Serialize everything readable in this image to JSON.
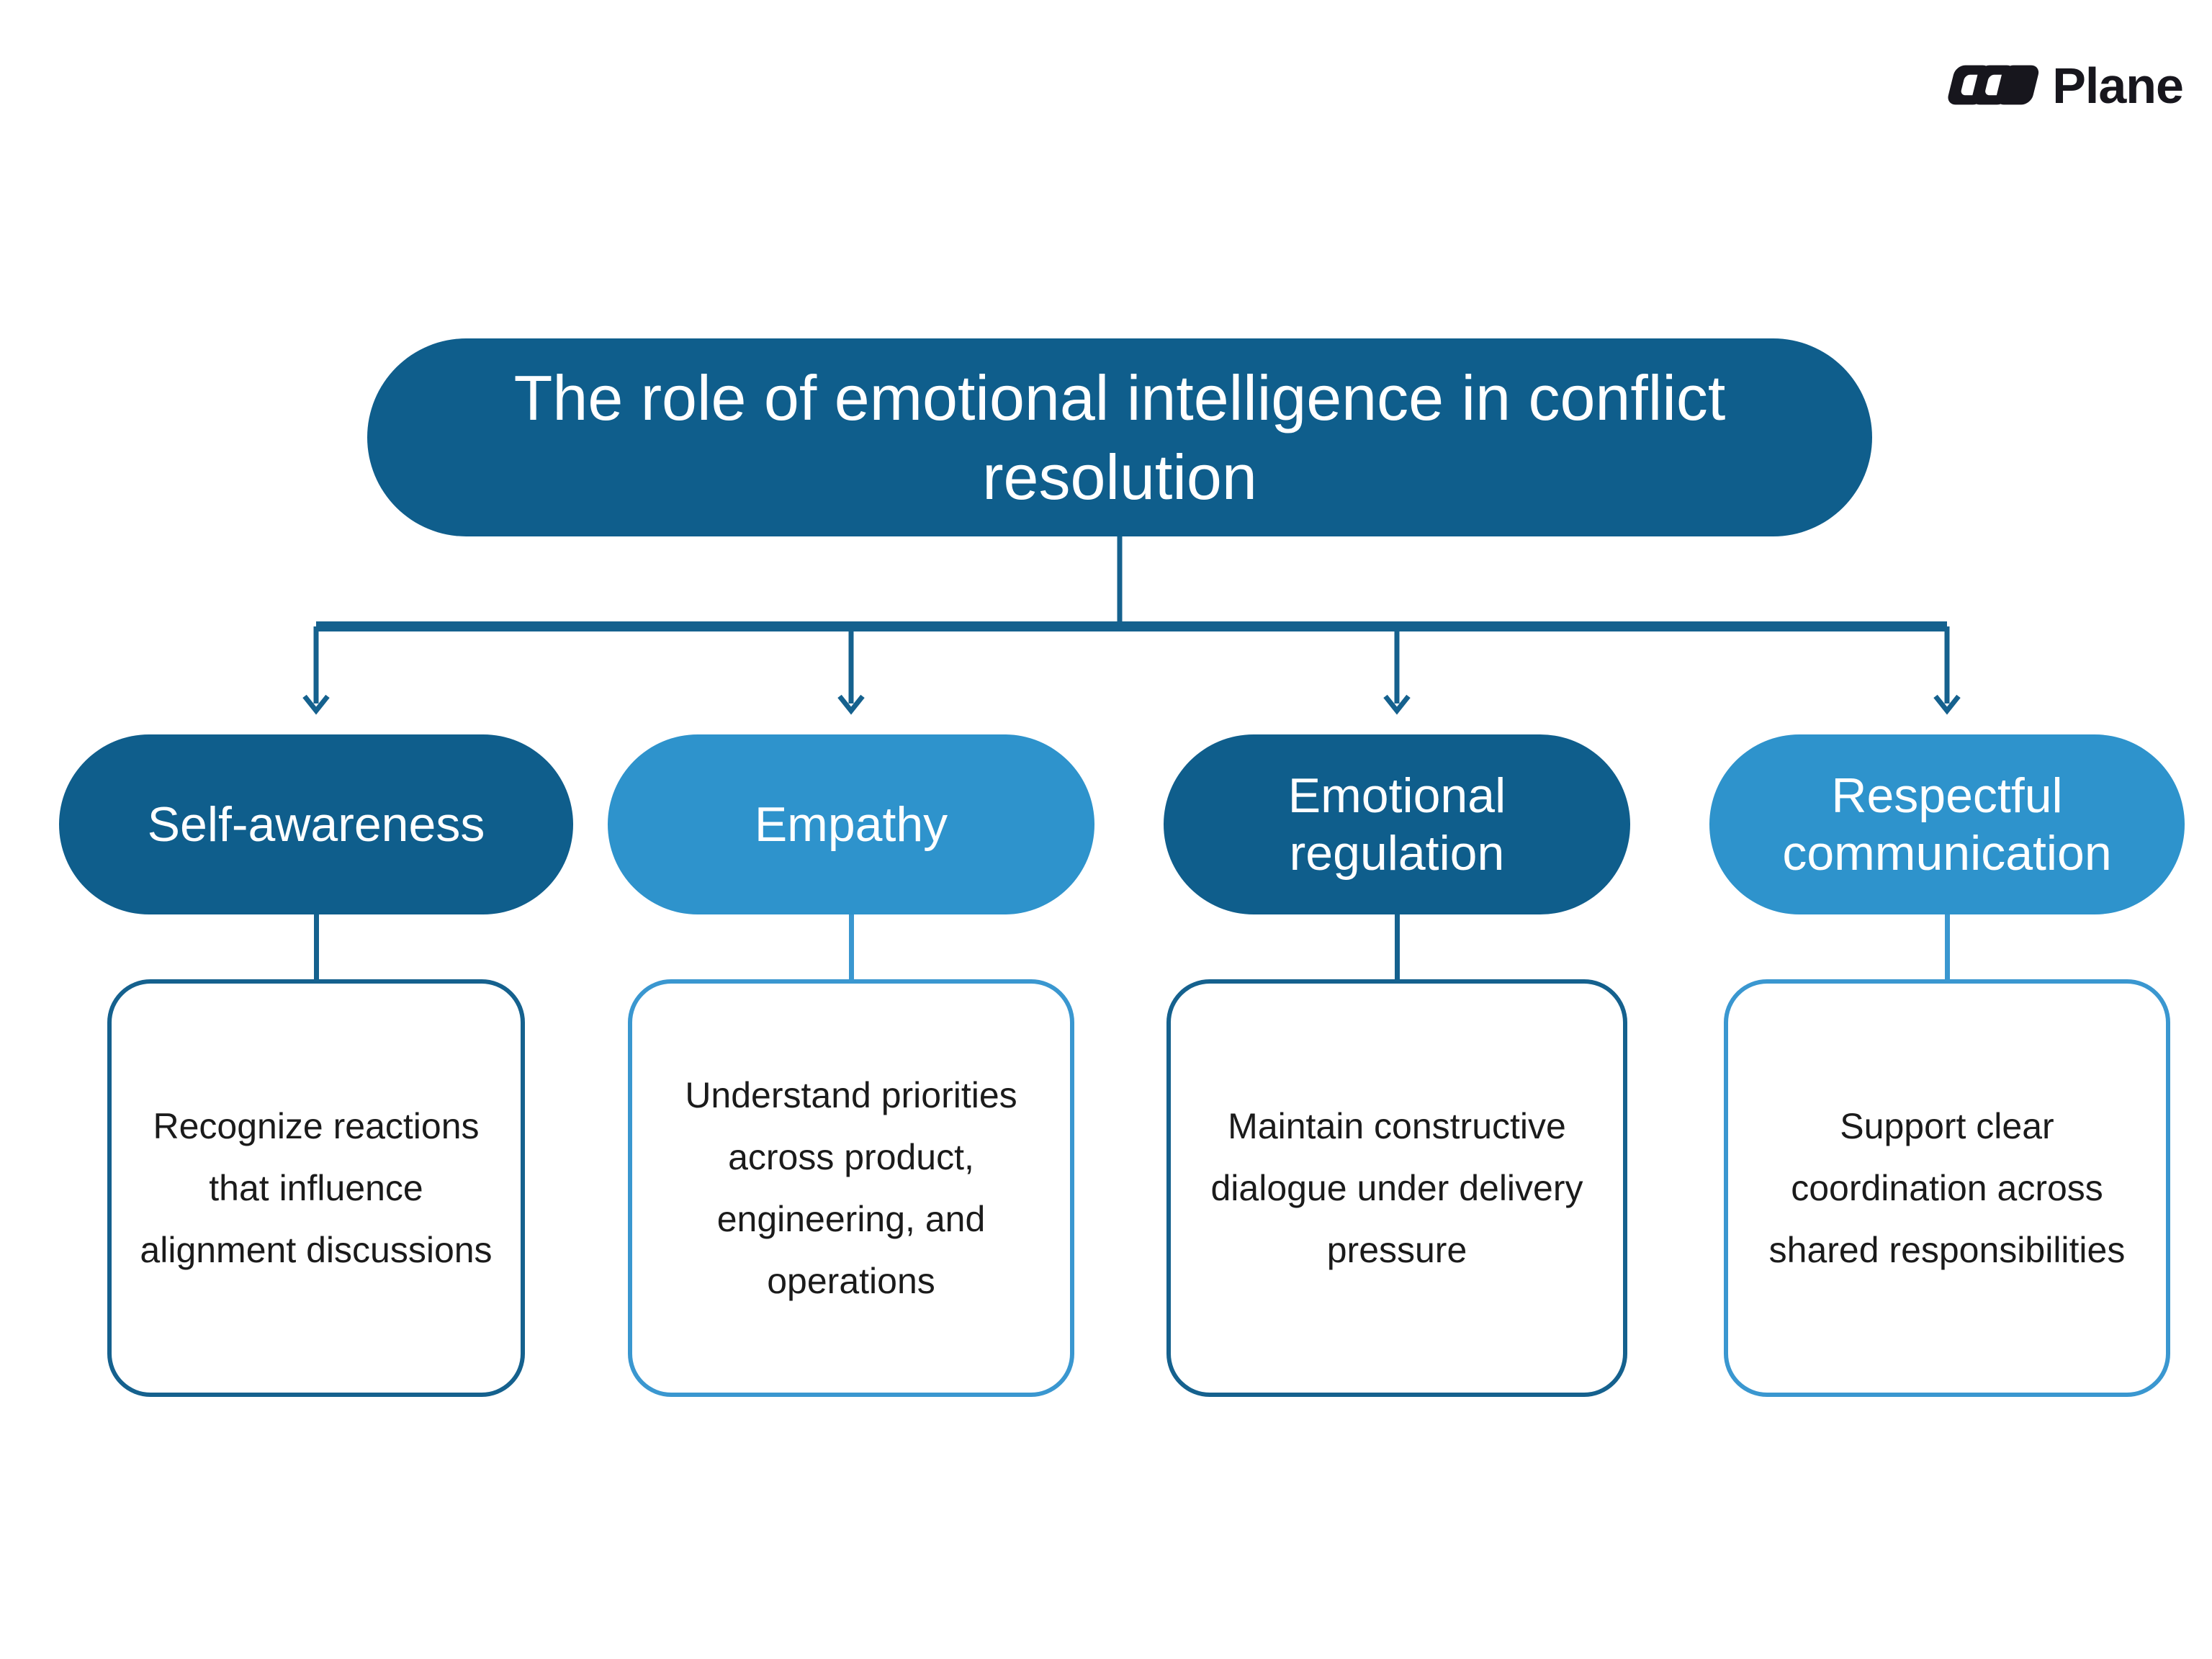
{
  "logo": {
    "text": "Plane"
  },
  "title": {
    "text": "The role of emotional intelligence in conflict resolution"
  },
  "branches": [
    {
      "label": "Self-awareness",
      "description": "Recognize reactions that influence alignment discussions",
      "tone": "dark"
    },
    {
      "label": "Empathy",
      "description": "Understand priorities across product, engineering, and operations",
      "tone": "light"
    },
    {
      "label": "Emotional regulation",
      "description": "Maintain constructive dialogue under delivery pressure",
      "tone": "dark"
    },
    {
      "label": "Respectful communication",
      "description": "Support clear coordination across shared responsibilities",
      "tone": "light"
    }
  ],
  "colors": {
    "dark": "#0f5e8c",
    "light": "#2e93cc",
    "line": "#15618e",
    "ink": "#1b1b1b",
    "logoink": "#17161d",
    "border-dark": "#15618e",
    "border-light": "#3a97d0"
  }
}
